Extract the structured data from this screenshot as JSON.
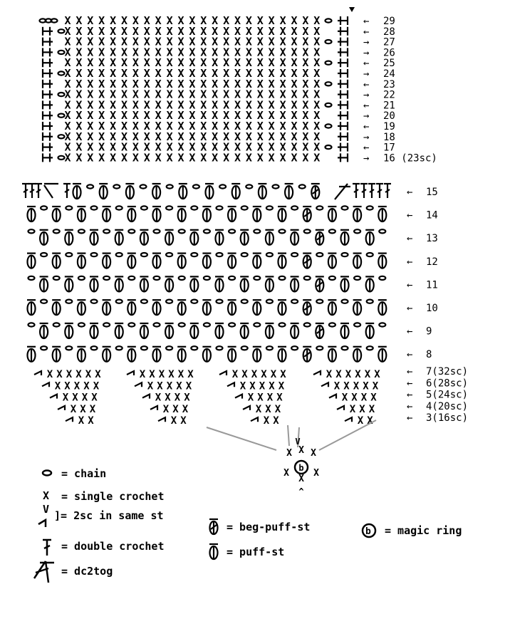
{
  "rows": [
    {
      "n": 29,
      "dir": "←",
      "label": "29"
    },
    {
      "n": 28,
      "dir": "←",
      "label": "28"
    },
    {
      "n": 27,
      "dir": "→",
      "label": "27"
    },
    {
      "n": 26,
      "dir": "→",
      "label": "26"
    },
    {
      "n": 25,
      "dir": "←",
      "label": "25"
    },
    {
      "n": 24,
      "dir": "→",
      "label": "24"
    },
    {
      "n": 23,
      "dir": "←",
      "label": "23"
    },
    {
      "n": 22,
      "dir": "→",
      "label": "22"
    },
    {
      "n": 21,
      "dir": "←",
      "label": "21"
    },
    {
      "n": 20,
      "dir": "→",
      "label": "20"
    },
    {
      "n": 19,
      "dir": "←",
      "label": "19"
    },
    {
      "n": 18,
      "dir": "→",
      "label": "18"
    },
    {
      "n": 17,
      "dir": "←",
      "label": "17"
    },
    {
      "n": 16,
      "dir": "→",
      "label": "16 (23sc)"
    },
    {
      "n": 15,
      "dir": "←",
      "label": "15"
    },
    {
      "n": 14,
      "dir": "←",
      "label": "14"
    },
    {
      "n": 13,
      "dir": "←",
      "label": "13"
    },
    {
      "n": 12,
      "dir": "←",
      "label": "12"
    },
    {
      "n": 11,
      "dir": "←",
      "label": "11"
    },
    {
      "n": 10,
      "dir": "←",
      "label": "10"
    },
    {
      "n": 9,
      "dir": "←",
      "label": "9"
    },
    {
      "n": 8,
      "dir": "←",
      "label": "8"
    },
    {
      "n": 7,
      "dir": "←",
      "label": "7(32sc)"
    },
    {
      "n": 6,
      "dir": "←",
      "label": "6(28sc)"
    },
    {
      "n": 5,
      "dir": "←",
      "label": "5(24sc)"
    },
    {
      "n": 4,
      "dir": "←",
      "label": "4(20sc)"
    },
    {
      "n": 3,
      "dir": "←",
      "label": "3(16sc)"
    }
  ],
  "legend": {
    "chain": "= chain",
    "sc": "= single crochet",
    "twosc": "]= 2sc in same st",
    "dc": "= double crochet",
    "dc2tog": "= dc2tog",
    "begpuff": "= beg-puff-st",
    "puff": "= puff-st",
    "ring": "= magic ring"
  },
  "symbols": {
    "sc": "X",
    "ring": "b",
    "v": "V",
    "caret": "^"
  }
}
